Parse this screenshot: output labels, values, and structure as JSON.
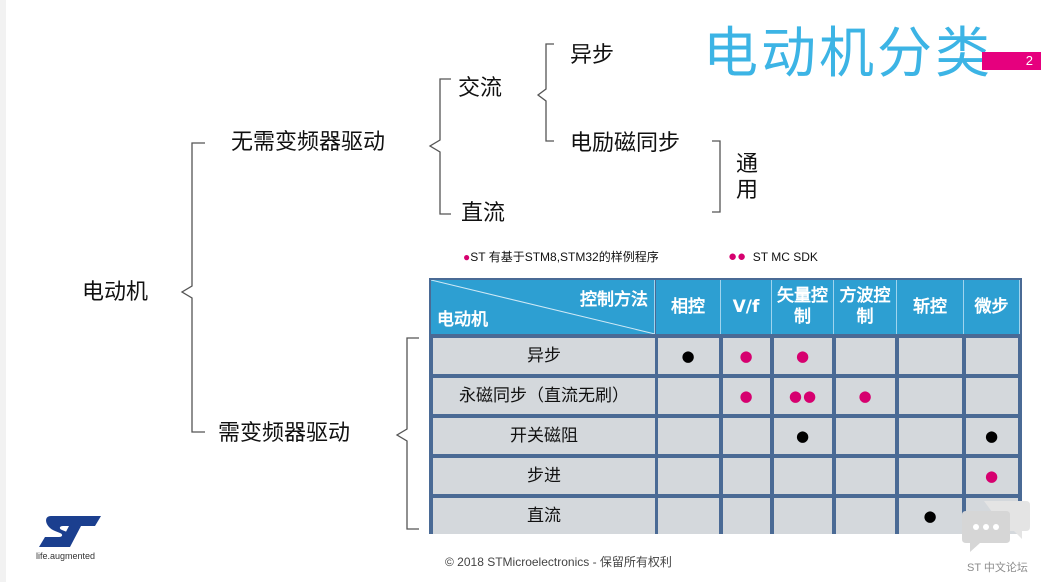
{
  "slide": {
    "title": "电动机分类",
    "page_number": "2",
    "accent_color": "#e6007e",
    "title_color": "#3cb4e5"
  },
  "tree": {
    "root": "电动机",
    "branch_no_drive": "无需变频器驱动",
    "branch_drive": "需变频器驱动",
    "ac": "交流",
    "dc": "直流",
    "async": "异步",
    "sync": "电励磁同步",
    "general_use": "通用"
  },
  "legend": {
    "item1_marker": "●",
    "item1_text": "ST 有基于STM8,STM32的样例程序",
    "item2_marker": "●●",
    "item2_text": "ST MC SDK"
  },
  "matrix": {
    "corner_top": "控制方法",
    "corner_bottom": "电动机",
    "columns": [
      "相控",
      "V/f",
      "矢量控制",
      "方波控制",
      "斩控",
      "微步"
    ],
    "rows": [
      {
        "label": "异步",
        "cells": [
          {
            "v": "●",
            "c": "black"
          },
          {
            "v": "●",
            "c": "magenta"
          },
          {
            "v": "●",
            "c": "magenta"
          },
          {
            "v": "",
            "c": ""
          },
          {
            "v": "",
            "c": ""
          },
          {
            "v": "",
            "c": ""
          }
        ]
      },
      {
        "label": "永磁同步（直流无刷）",
        "cells": [
          {
            "v": "",
            "c": ""
          },
          {
            "v": "●",
            "c": "magenta"
          },
          {
            "v": "●●",
            "c": "magenta"
          },
          {
            "v": "●",
            "c": "magenta"
          },
          {
            "v": "",
            "c": ""
          },
          {
            "v": "",
            "c": ""
          }
        ]
      },
      {
        "label": "开关磁阻",
        "cells": [
          {
            "v": "",
            "c": ""
          },
          {
            "v": "",
            "c": ""
          },
          {
            "v": "●",
            "c": "black"
          },
          {
            "v": "",
            "c": ""
          },
          {
            "v": "",
            "c": ""
          },
          {
            "v": "●",
            "c": "black"
          }
        ]
      },
      {
        "label": "步进",
        "cells": [
          {
            "v": "",
            "c": ""
          },
          {
            "v": "",
            "c": ""
          },
          {
            "v": "",
            "c": ""
          },
          {
            "v": "",
            "c": ""
          },
          {
            "v": "",
            "c": ""
          },
          {
            "v": "●",
            "c": "magenta"
          }
        ]
      },
      {
        "label": "直流",
        "cells": [
          {
            "v": "",
            "c": ""
          },
          {
            "v": "",
            "c": ""
          },
          {
            "v": "",
            "c": ""
          },
          {
            "v": "",
            "c": ""
          },
          {
            "v": "●",
            "c": "black"
          },
          {
            "v": "",
            "c": ""
          }
        ]
      }
    ]
  },
  "footer": {
    "copyright": "© 2018 STMicroelectronics - 保留所有权利",
    "logo_tagline": "life.augmented",
    "watermark": "ST 中文论坛"
  }
}
